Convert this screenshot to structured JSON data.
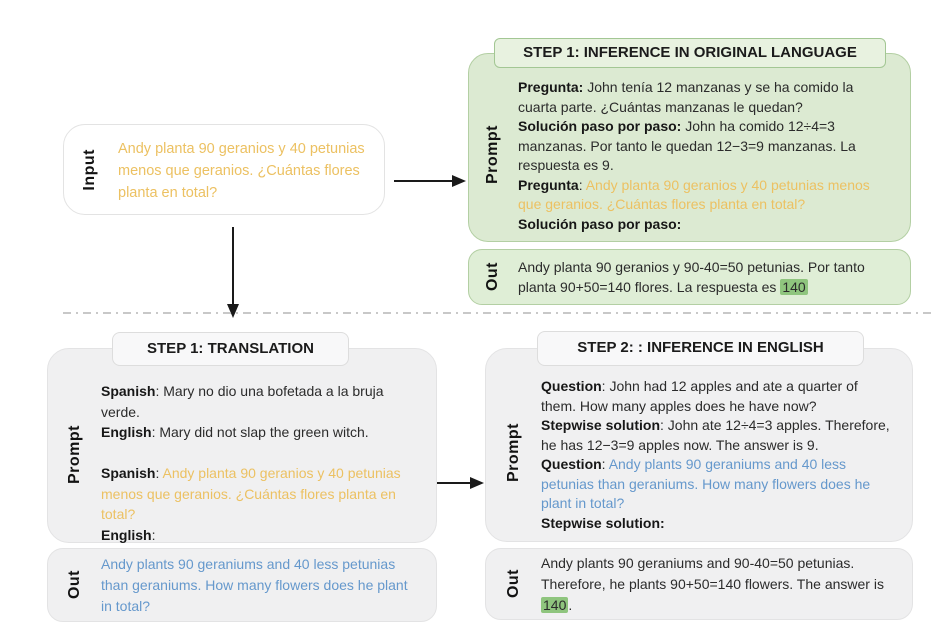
{
  "diagram": {
    "colors": {
      "question_orange": "#ECC162",
      "translated_blue": "#6598CC",
      "answer_highlight_green": "#8FC57E",
      "native_cot_panel_green": "#DCEAD2",
      "native_cot_border_green": "#B3CFA3",
      "translate_panel_gray": "#F0F0F1",
      "arrow_black": "#1A1A1A",
      "divider_gray": "#B5B5B5"
    },
    "input": {
      "label": "Input",
      "segments": [
        {
          "style": "orange",
          "text": "Andy planta 90 geranios y 40 petunias menos que geranios. ¿Cuántas flores planta en total?"
        }
      ]
    },
    "step1_original": {
      "title": "STEP 1: INFERENCE IN ORIGINAL LANGUAGE",
      "prompt_label": "Prompt",
      "prompt_segments": [
        {
          "style": "bold",
          "text": "Pregunta: "
        },
        {
          "style": "plain",
          "text": "John tenía 12 manzanas y se ha comido la cuarta parte. ¿Cuántas manzanas le quedan?\n"
        },
        {
          "style": "bold",
          "text": "Solución paso por paso: "
        },
        {
          "style": "plain",
          "text": "John ha comido 12÷4=3 manzanas. Por tanto le quedan 12−3=9 manzanas. La respuesta es 9.\n"
        },
        {
          "style": "bold",
          "text": "Pregunta"
        },
        {
          "style": "plain",
          "text": ": "
        },
        {
          "style": "orange",
          "text": "Andy planta 90 geranios y 40 petunias menos que geranios. ¿Cuántas flores planta en total?\n"
        },
        {
          "style": "bold",
          "text": "Solución paso por paso:"
        }
      ],
      "out_label": "Out",
      "out_segments": [
        {
          "style": "plain",
          "text": "Andy planta 90 geranios y 90-40=50 petunias. Por tanto planta 90+50=140 flores. La respuesta es "
        },
        {
          "style": "highlight",
          "text": "140"
        }
      ]
    },
    "step1_translation": {
      "title": "STEP 1: TRANSLATION",
      "prompt_label": "Prompt",
      "prompt_segments": [
        {
          "style": "bold",
          "text": "Spanish"
        },
        {
          "style": "plain",
          "text": ": Mary no dio una bofetada a la bruja verde.\n"
        },
        {
          "style": "bold",
          "text": "English"
        },
        {
          "style": "plain",
          "text": ": Mary did not slap the green witch.\n\n"
        },
        {
          "style": "bold",
          "text": "Spanish"
        },
        {
          "style": "plain",
          "text": ": "
        },
        {
          "style": "orange",
          "text": "Andy planta 90 geranios y 40 petunias menos que geranios. ¿Cuántas flores planta en total?\n"
        },
        {
          "style": "bold",
          "text": "English"
        },
        {
          "style": "plain",
          "text": ":"
        }
      ],
      "out_label": "Out",
      "out_segments": [
        {
          "style": "blue",
          "text": "Andy plants 90 geraniums and 40 less petunias than geraniums. How many flowers does he plant in total?"
        }
      ]
    },
    "step2_english": {
      "title": "STEP 2: : INFERENCE IN ENGLISH",
      "prompt_label": "Prompt",
      "prompt_segments": [
        {
          "style": "bold",
          "text": "Question"
        },
        {
          "style": "plain",
          "text": ": John had 12 apples and ate a quarter of them. How many apples does he have now?\n"
        },
        {
          "style": "bold",
          "text": "Stepwise solution"
        },
        {
          "style": "plain",
          "text": ": John ate 12÷4=3 apples. Therefore, he has 12−3=9 apples now. The answer is 9.\n"
        },
        {
          "style": "bold",
          "text": "Question"
        },
        {
          "style": "plain",
          "text": ": "
        },
        {
          "style": "blue",
          "text": "Andy plants 90 geraniums and 40 less petunias than geraniums. How many flowers does he plant in total?\n"
        },
        {
          "style": "bold",
          "text": "Stepwise solution:"
        }
      ],
      "out_label": "Out",
      "out_segments": [
        {
          "style": "plain",
          "text": "Andy plants 90 geraniums and 90-40=50 petunias. Therefore, he plants 90+50=140 flowers. The answer is "
        },
        {
          "style": "highlight",
          "text": "140"
        },
        {
          "style": "plain",
          "text": "."
        }
      ]
    }
  }
}
